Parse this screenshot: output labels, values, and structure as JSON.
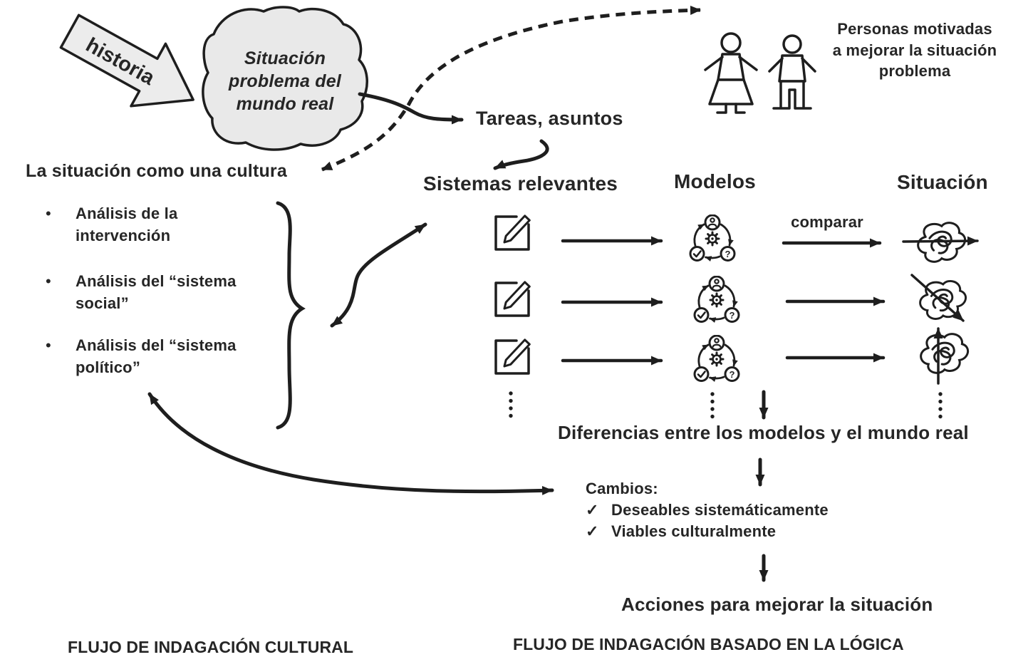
{
  "palette": {
    "ink": "#1e1e1e",
    "text": "#262626",
    "shape_fill": "#e9e9e9",
    "background": "#ffffff"
  },
  "history_arrow": {
    "label": "historia"
  },
  "problem_blob": {
    "label": "Situación problema del mundo real"
  },
  "motivated_people": {
    "caption": "Personas motivadas a mejorar la situación problema"
  },
  "tasks_label": "Tareas, asuntos",
  "cultural_stream": {
    "heading": "La situación como una cultura",
    "bullets": [
      {
        "label": "Análisis de la intervención"
      },
      {
        "label": "Análisis del “sistema social”"
      },
      {
        "label": "Análisis del “sistema político”"
      }
    ],
    "footer": "FLUJO DE INDAGACIÓN CULTURAL"
  },
  "logic_stream": {
    "columns": {
      "relevant_systems": "Sistemas relevantes",
      "models": "Modelos",
      "situation": "Situación"
    },
    "compare_label": "comparar",
    "differences": "Diferencias entre los modelos y el mundo real",
    "changes": {
      "title": "Cambios:",
      "items": [
        {
          "label": "Deseables sistemáticamente"
        },
        {
          "label": "Viables culturalmente"
        }
      ]
    },
    "actions": "Acciones para mejorar la situación",
    "footer": "FLUJO DE INDAGACIÓN BASADO EN LA LÓGICA"
  },
  "icons": {
    "bullet": "•",
    "check": "✓",
    "question": "?"
  }
}
